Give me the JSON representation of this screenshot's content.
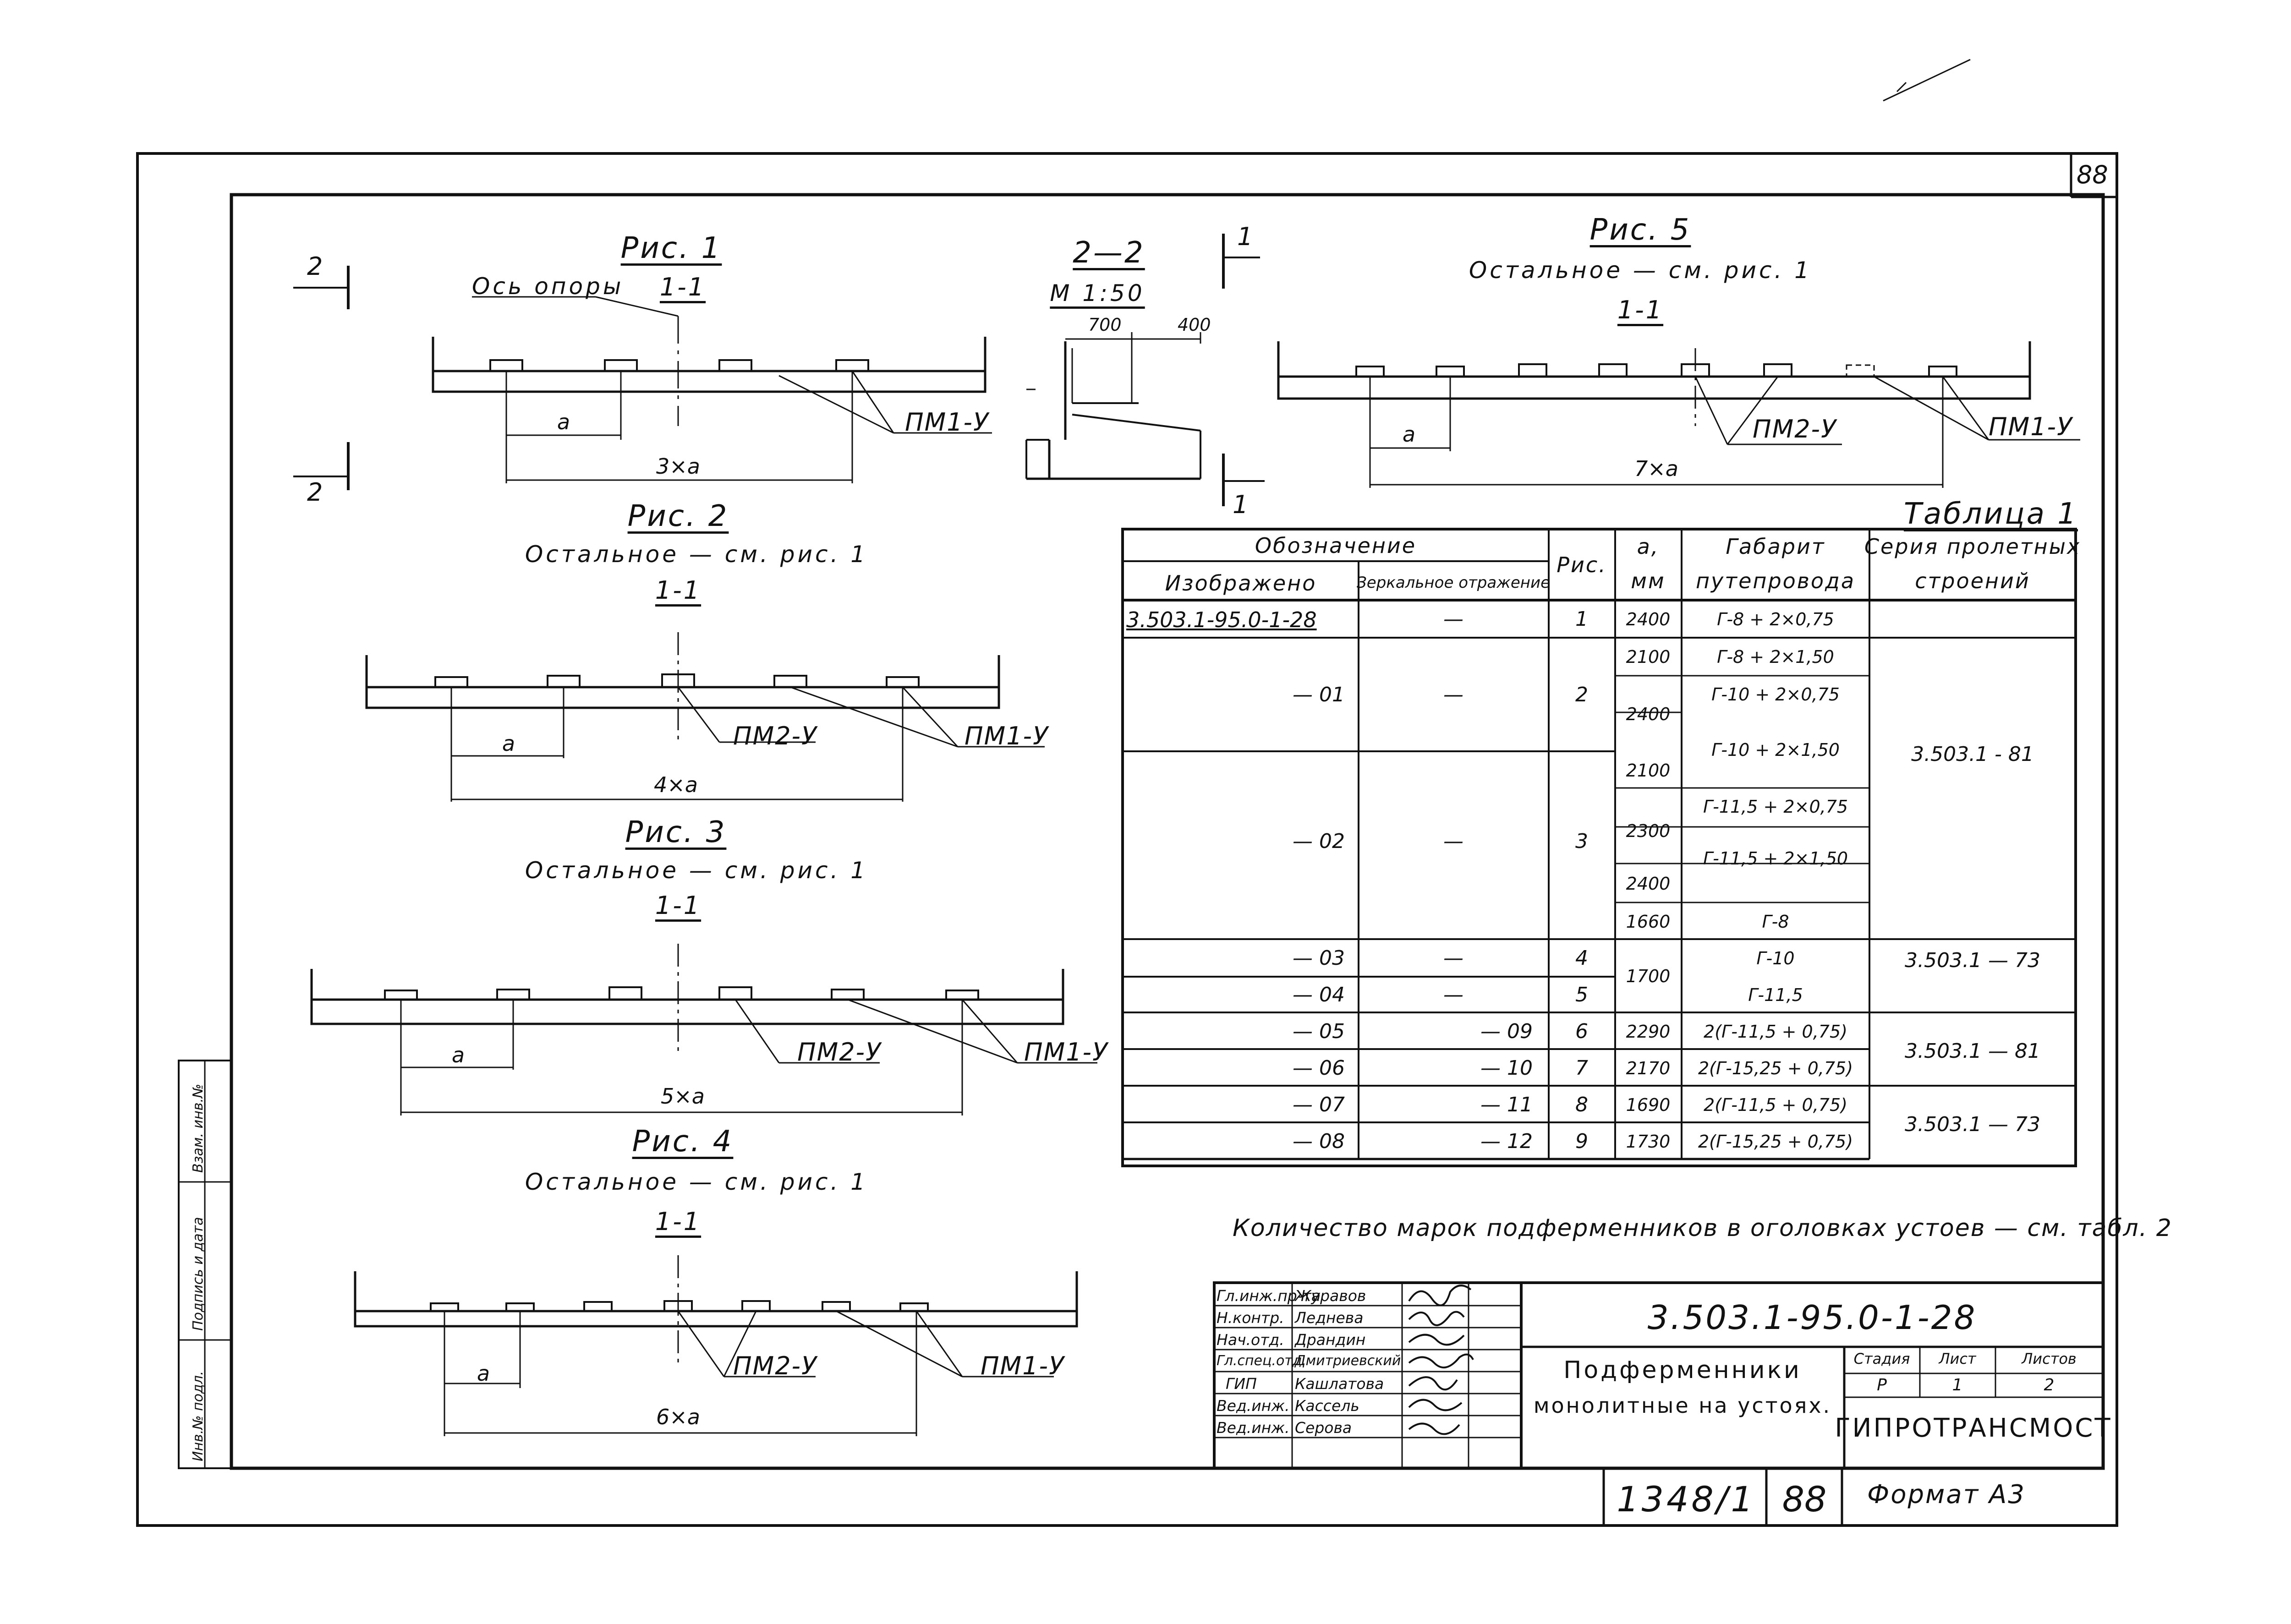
{
  "sheet": {
    "page_number": "88",
    "document_code": "3.503.1-95.0-1-28",
    "inventory_number": "1348/1",
    "sheet_number": "88",
    "format": "Формат А3"
  },
  "figures": [
    {
      "title": "Рис. 1",
      "note": "",
      "section": "1-1",
      "axis_label": "Ось опоры",
      "dim_a": "a",
      "dim_total": "3×a",
      "labels": [
        "ПМ1-У"
      ]
    },
    {
      "title": "Рис. 2",
      "note": "Остальное — см. рис. 1",
      "section": "1-1",
      "dim_a": "a",
      "dim_total": "4×a",
      "labels": [
        "ПМ2-У",
        "ПМ1-У"
      ]
    },
    {
      "title": "Рис. 3",
      "note": "Остальное — см. рис. 1",
      "section": "1-1",
      "dim_a": "a",
      "dim_total": "5×a",
      "labels": [
        "ПМ2-У",
        "ПМ1-У"
      ]
    },
    {
      "title": "Рис. 4",
      "note": "Остальное — см. рис. 1",
      "section": "1-1",
      "dim_a": "a",
      "dim_total": "6×a",
      "labels": [
        "ПМ2-У",
        "ПМ1-У"
      ]
    },
    {
      "title": "Рис. 5",
      "note": "Остальное — см. рис. 1",
      "section": "1-1",
      "dim_a": "a",
      "dim_total": "7×a",
      "labels": [
        "ПМ2-У",
        "ПМ1-У"
      ]
    }
  ],
  "section_2_2": {
    "title": "2—2",
    "scale": "М 1:50",
    "dim1": "700",
    "dim2": "400"
  },
  "cut_marks": {
    "left": "2",
    "right": "1"
  },
  "table": {
    "caption": "Таблица 1",
    "headers": {
      "designation": "Обозначение",
      "shown": "Изображено",
      "mirror": "Зеркальное отражение",
      "fig": "Рис.",
      "a": "a,",
      "a_unit": "мм",
      "gabarit_1": "Габарит",
      "gabarit_2": "путепровода",
      "series_1": "Серия пролетных",
      "series_2": "строений"
    },
    "col_designation": [
      "3.503.1-95.0-1-28",
      "— 01",
      "— 02",
      "— 03",
      "— 04",
      "— 05",
      "— 06",
      "— 07",
      "— 08"
    ],
    "col_mirror": [
      "—",
      "—",
      "—",
      "—",
      "—",
      "— 09",
      "— 10",
      "— 11",
      "— 12"
    ],
    "col_fig": [
      "1",
      "2",
      "3",
      "4",
      "5",
      "6",
      "7",
      "8",
      "9"
    ],
    "col_a": [
      "2400",
      "2100",
      "2400",
      "2100",
      "2300",
      "2400",
      "1660",
      "1700",
      "2290",
      "2170",
      "1690",
      "1730"
    ],
    "col_gabarit": [
      "Г-8 + 2×0,75",
      "Г-8 + 2×1,50",
      "Г-10 + 2×0,75",
      "Г-10 + 2×1,50",
      "Г-11,5 + 2×0,75",
      "Г-11,5 + 2×1,50",
      "Г-8",
      "Г-10",
      "Г-11,5",
      "2(Г-11,5 + 0,75)",
      "2(Г-15,25 + 0,75)",
      "2(Г-11,5 + 0,75)",
      "2(Г-15,25 + 0,75)"
    ],
    "col_series": [
      "3.503.1 - 81",
      "3.503.1 — 73",
      "3.503.1 — 81",
      "3.503.1 — 73"
    ]
  },
  "note": "Количество марок подферменников в оголовках устоев — см. табл. 2",
  "title_block": {
    "roles": [
      {
        "role": "Гл.инж.пр-та",
        "name": "Журавов"
      },
      {
        "role": "Н.контр.",
        "name": "Леднева"
      },
      {
        "role": "Нач.отд.",
        "name": "Драндин"
      },
      {
        "role": "Гл.спец.отд.",
        "name": "Дмитриевский"
      },
      {
        "role": "ГИП",
        "name": "Кашлатова"
      },
      {
        "role": "Вед.инж.",
        "name": "Кассель"
      },
      {
        "role": "Вед.инж.",
        "name": "Серова"
      }
    ],
    "title_1": "Подферменники",
    "title_2": "монолитные на устоях.",
    "stage_label": "Стадия",
    "sheet_label": "Лист",
    "sheets_label": "Листов",
    "stage": "Р",
    "sheet": "1",
    "sheets": "2",
    "org": "ГИПРОТРАНСМОСТ"
  },
  "side_stamp": [
    "Инв.№ подл.",
    "Подпись и дата",
    "Взам. инв.№"
  ]
}
